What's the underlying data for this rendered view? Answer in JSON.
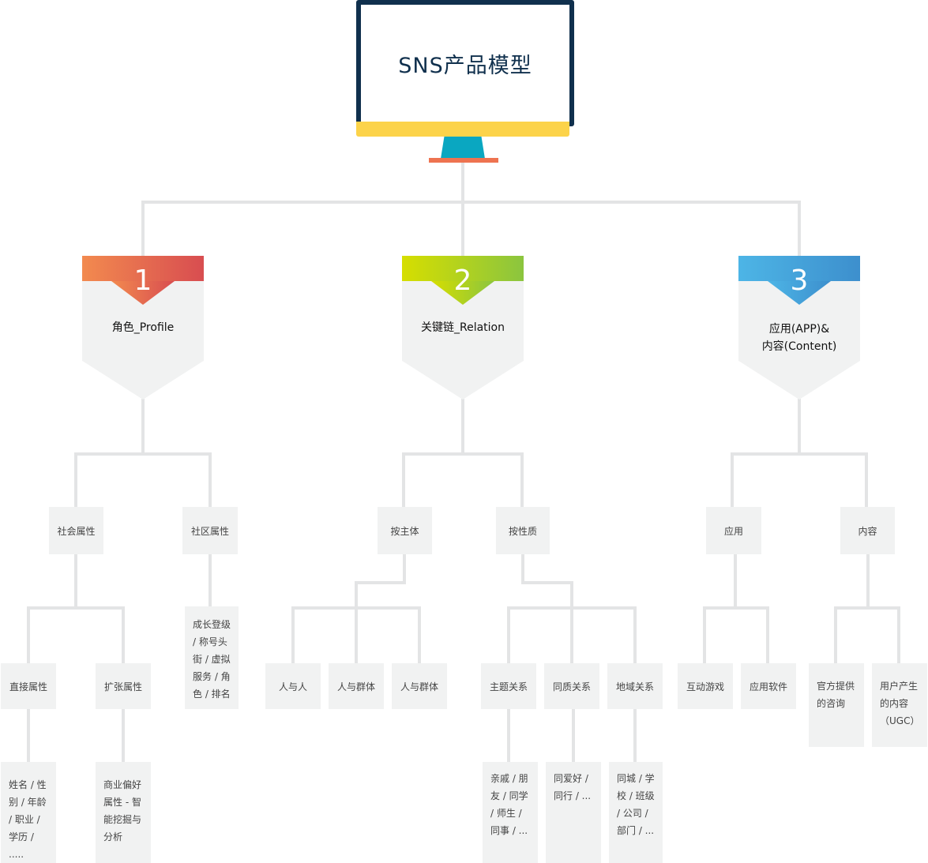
{
  "title": "SNS产品模型",
  "categories": [
    {
      "number": "1",
      "label": "角色_Profile",
      "color_start": "#f28a4f",
      "color_end": "#d84d50"
    },
    {
      "number": "2",
      "label": "关键链_Relation",
      "color_start": "#d6de00",
      "color_end": "#8bc53f"
    },
    {
      "number": "3",
      "label": "应用(APP)&\n内容(Content)",
      "color_start": "#4db5e6",
      "color_end": "#3d8fcd"
    }
  ],
  "level2": [
    "社会属性",
    "社区属性",
    "按主体",
    "按性质",
    "应用",
    "内容"
  ],
  "level3": [
    "直接属性",
    "扩张属性",
    "成长登级 / 称号头街 / 虚拟服务 / 角色 / 排名",
    "人与人",
    "人与群体",
    "人与群体",
    "主题关系",
    "同质关系",
    "地域关系",
    "互动游戏",
    "应用软件",
    "官方提供的咨询",
    "用户产生的内容（UGC）"
  ],
  "level4": [
    "姓名 / 性别 / 年龄 / 职业 / 学历 / .....",
    "商业偏好属性 - 智能挖掘与分析",
    "亲戚 / 朋友 / 同学 / 师生 / 同事 / ...",
    "同爱好 / 同行 / ...",
    "同城 / 学校 / 班级 / 公司 / 部门 / ..."
  ]
}
